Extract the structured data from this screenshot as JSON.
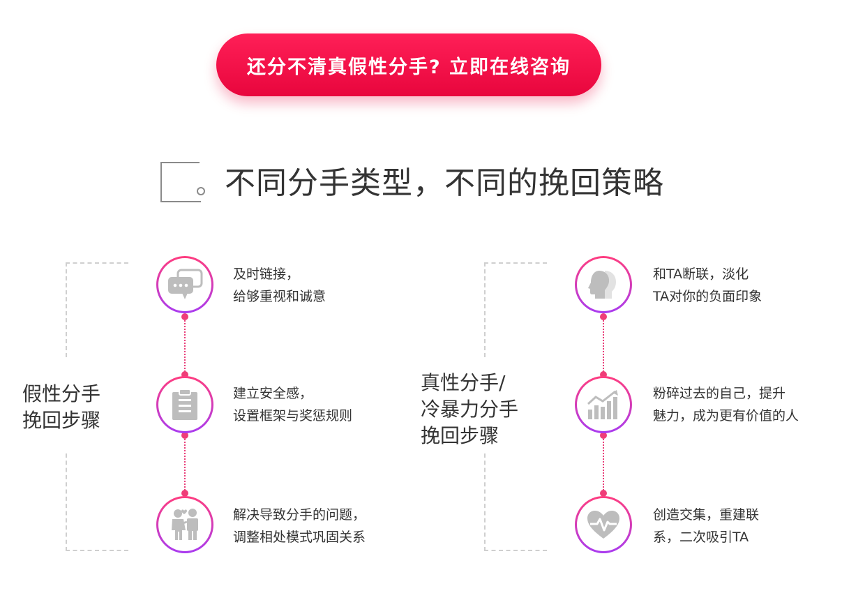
{
  "cta": {
    "label": "还分不清真假性分手? 立即在线咨询"
  },
  "section": {
    "title": "不同分手类型，不同的挽回策略"
  },
  "colors": {
    "accent": "#e8063d",
    "gradient_start": "#ff3d7f",
    "gradient_end": "#a93bf0",
    "icon_gray": "#bdbdbd"
  },
  "left": {
    "label_lines": [
      "假性分手",
      "挽回步骤"
    ],
    "steps": [
      {
        "icon": "chat-bubbles-icon",
        "lines": [
          "及时链接，",
          "给够重视和诚意"
        ]
      },
      {
        "icon": "clipboard-icon",
        "lines": [
          "建立安全感，",
          "设置框架与奖惩规则"
        ]
      },
      {
        "icon": "couple-icon",
        "lines": [
          "解决导致分手的问题，",
          "调整相处模式巩固关系"
        ]
      }
    ]
  },
  "right": {
    "label_lines": [
      "真性分手/",
      "冷暴力分手",
      "挽回步骤"
    ],
    "steps": [
      {
        "icon": "faces-profile-icon",
        "lines": [
          "和TA断联，淡化",
          "TA对你的负面印象"
        ]
      },
      {
        "icon": "growth-chart-icon",
        "lines": [
          "粉碎过去的自己，提升",
          "魅力，成为更有价值的人"
        ]
      },
      {
        "icon": "heart-pulse-icon",
        "lines": [
          "创造交集，重建联",
          "系，二次吸引TA"
        ]
      }
    ]
  }
}
